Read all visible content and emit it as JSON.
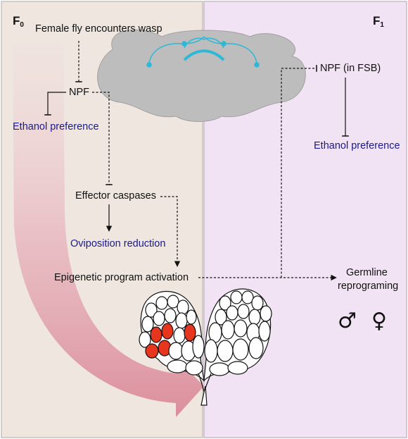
{
  "generations": {
    "f0": {
      "base": "F",
      "sub": "0"
    },
    "f1": {
      "base": "F",
      "sub": "1"
    }
  },
  "labels": {
    "wasp": "Female fly encounters wasp",
    "npf": "NPF",
    "ethanol_f0": "Ethanol preference",
    "effector": "Effector caspases",
    "oviposition": "Oviposition reduction",
    "epigenetic": "Epigenetic program activation",
    "npf_fsb": "NPF (in FSB)",
    "ethanol_f1": "Ethanol preference",
    "germline_1": "Germline",
    "germline_2": "reprograming",
    "male_symbol": "♂",
    "female_symbol": "♀"
  },
  "colors": {
    "f0_panel": "#eee6df",
    "f1_panel": "#f1e3f3",
    "brain": "#bdbdbd",
    "neurons": "#2cb8d6",
    "highlight": "#e8351e",
    "blue_text": "#1a1a8c",
    "arrow_pink": "#d98595"
  }
}
